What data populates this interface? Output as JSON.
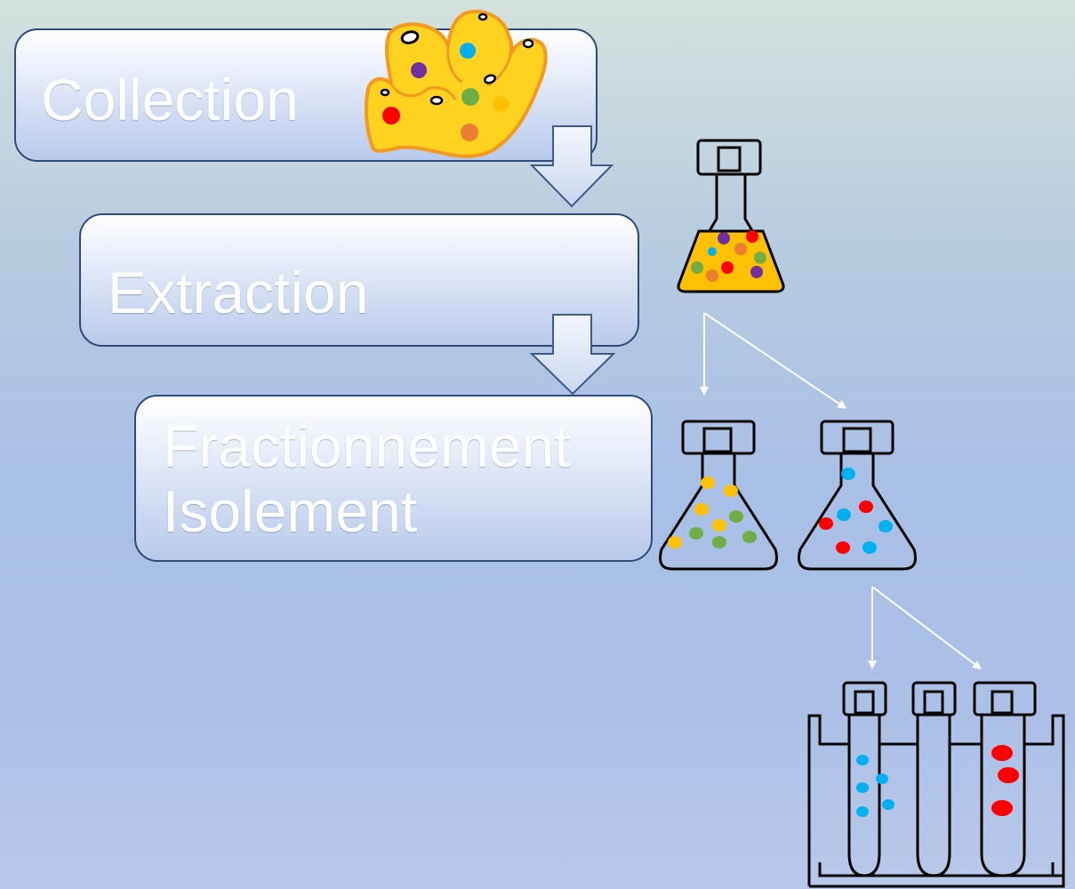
{
  "steps": [
    {
      "label": "Collection"
    },
    {
      "label": "Extraction"
    },
    {
      "label_line1": "Fractionnement",
      "label_line2": "Isolement"
    }
  ],
  "colors": {
    "box_border": "#2e4a7a",
    "arrow_fill": "#dde6f6",
    "arrow_stroke": "#3c5a8c",
    "sponge_fill": "#ffd21f",
    "sponge_stroke": "#f39a1e",
    "extract_fill": "#ffc000",
    "dot_red": "#ff0000",
    "dot_blue": "#00b0f0",
    "dot_green": "#70ad47",
    "dot_yellow": "#ffc000",
    "dot_orange": "#ed7d31",
    "dot_purple": "#7030a0",
    "pointer_arrow": "#ffffff"
  },
  "icons": [
    "sponge-icon",
    "flask-icon",
    "test-tube-rack-icon",
    "down-arrow-icon"
  ]
}
